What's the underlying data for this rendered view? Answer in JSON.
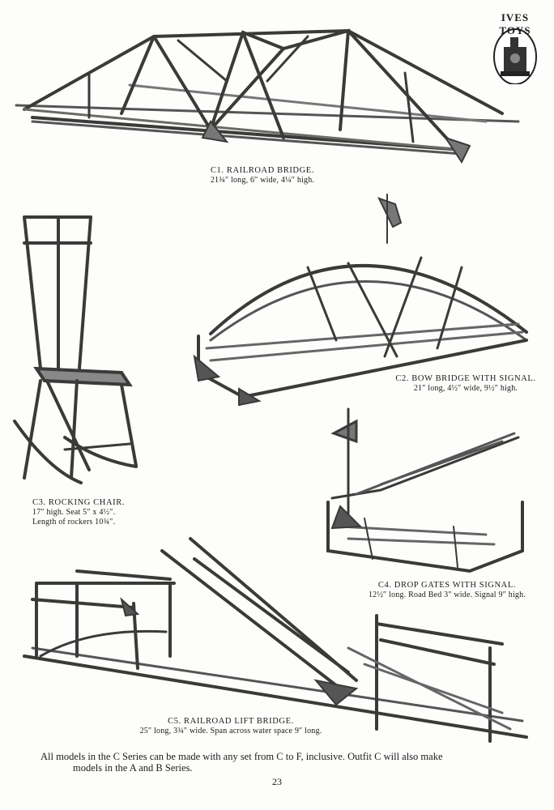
{
  "brand": {
    "logo_text": "IVES TOYS"
  },
  "models": [
    {
      "id": "c1",
      "title": "C1. RAILROAD BRIDGE.",
      "spec": "21¾″ long, 6″ wide, 4¼″ high."
    },
    {
      "id": "c2",
      "title": "C2. BOW BRIDGE WITH SIGNAL.",
      "spec": "21″ long, 4½″ wide, 9½″ high."
    },
    {
      "id": "c3",
      "title": "C3. ROCKING CHAIR.",
      "spec": "17″ high. Seat 5″ x 4½″.",
      "spec2": "Length of rockers 10¾″."
    },
    {
      "id": "c4",
      "title": "C4. DROP GATES WITH SIGNAL.",
      "spec": "12½″ long. Road Bed 3″ wide. Signal 9″ high."
    },
    {
      "id": "c5",
      "title": "C5. RAILROAD LIFT BRIDGE.",
      "spec": "25″ long, 3¾″ wide. Span across water space 9″ long."
    }
  ],
  "footer": {
    "line1": "All models in the C Series can be made with any set from C to F, inclusive. Outfit C will also make",
    "line2": "models in the A and B Series."
  },
  "page_number": "23"
}
